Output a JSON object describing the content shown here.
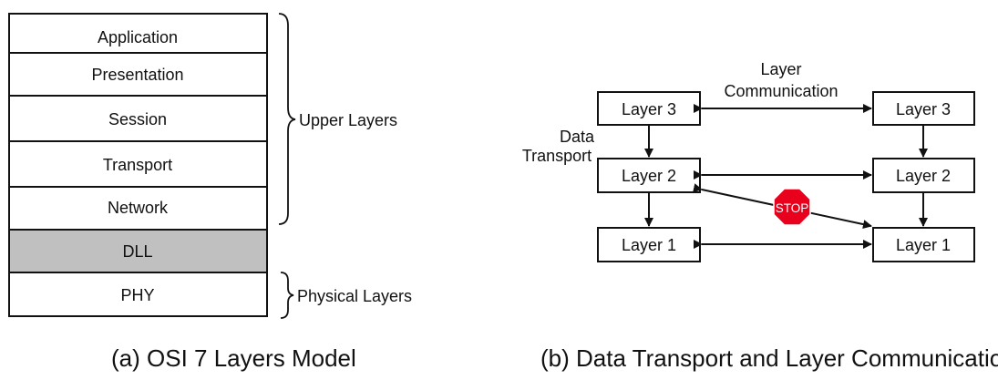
{
  "osi": {
    "layers": [
      {
        "name": "Application"
      },
      {
        "name": "Presentation"
      },
      {
        "name": "Session"
      },
      {
        "name": "Transport"
      },
      {
        "name": "Network"
      },
      {
        "name": "DLL",
        "highlight": true
      },
      {
        "name": "PHY"
      }
    ],
    "upper_label": "Upper Layers",
    "physical_label": "Physical Layers",
    "highlight_color": "#c0c0c0",
    "caption": "(a) OSI 7 Layers Model"
  },
  "transport": {
    "left_nodes": [
      "Layer 3",
      "Layer 2",
      "Layer 1"
    ],
    "right_nodes": [
      "Layer 3",
      "Layer 2",
      "Layer 1"
    ],
    "layer_comm_label": [
      "Layer",
      "Communication"
    ],
    "data_transport_label": [
      "Data",
      "Transport"
    ],
    "stop_sign": {
      "text": "STOP",
      "color": "#e8001c"
    },
    "caption": "(b) Data Transport and Layer Communication"
  }
}
